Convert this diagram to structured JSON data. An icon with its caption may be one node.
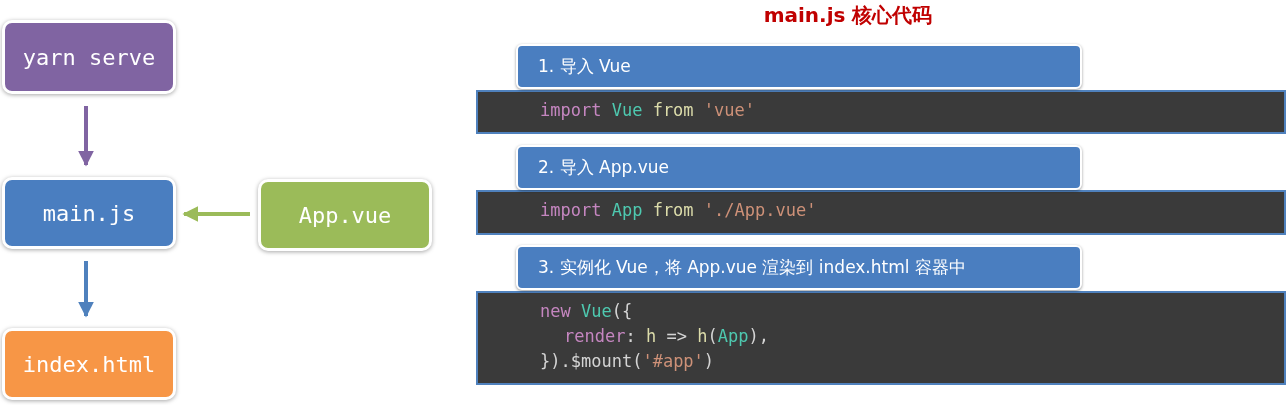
{
  "diagram": {
    "title": "main.js 核心代码",
    "nodes": [
      {
        "text": [
          "yarn serve"
        ]
      },
      {
        "text": [
          "main.js"
        ]
      },
      {
        "text": [
          "App.vue"
        ]
      },
      {
        "text": [
          "index.html"
        ]
      },
      {
        "text": [
          "1. 导入 Vue"
        ]
      },
      {
        "text": [
          "import Vue from 'vue'"
        ]
      },
      {
        "text": [
          "2. 导入 App.vue"
        ]
      },
      {
        "text": [
          "import App from './App.vue'"
        ]
      },
      {
        "text": [
          "3. 实例化 Vue，将 App.vue 渲染到 index.html 容器中"
        ]
      },
      {
        "text": [
          "new Vue({",
          "render: h => h(App),",
          "}).$mount('#app')"
        ]
      }
    ],
    "edges": [
      {
        "from": 0,
        "to": 1,
        "arrow": "to",
        "color": "#8064a2"
      },
      {
        "from": 2,
        "to": 1,
        "arrow": "to",
        "color": "#9bbb59"
      },
      {
        "from": 1,
        "to": 3,
        "arrow": "to",
        "color": "#4f81bd"
      }
    ]
  }
}
